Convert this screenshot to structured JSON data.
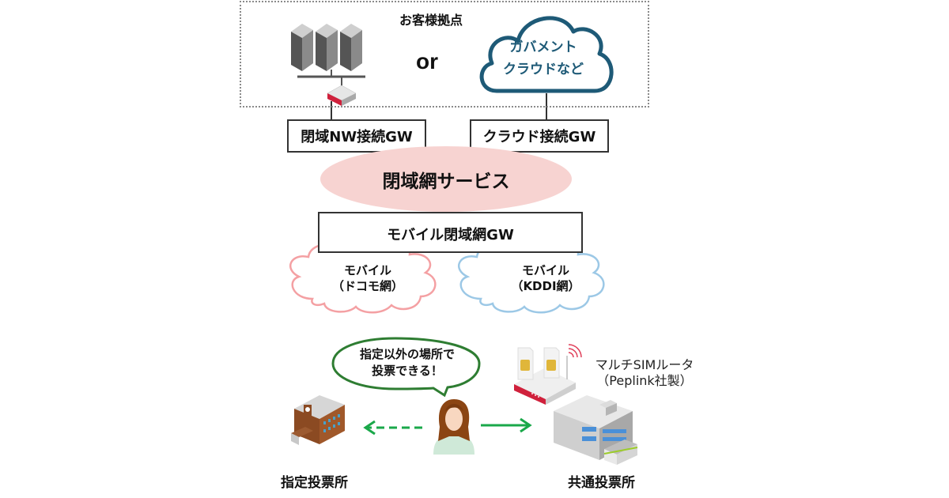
{
  "customer_site": {
    "title": "お客様拠点",
    "or": "or",
    "gov_cloud": {
      "line1": "ガバメント",
      "line2": "クラウドなど"
    }
  },
  "gateways": {
    "closed_nw": "閉域NW接続GW",
    "cloud": "クラウド接続GW",
    "mobile": "モバイル閉域網GW"
  },
  "closed_service": "閉域網サービス",
  "mobile_networks": [
    {
      "line1": "モバイル",
      "line2": "（ドコモ網）",
      "color": "#f4a0a3"
    },
    {
      "line1": "モバイル",
      "line2": "（KDDI網）",
      "color": "#9cc8e6"
    }
  ],
  "speech_bubble": {
    "line1": "指定以外の場所で",
    "line2": "投票できる！"
  },
  "router": {
    "line1": "マルチSIMルータ",
    "line2": "（Peplink社製）"
  },
  "places": {
    "designated": "指定投票所",
    "common": "共通投票所"
  },
  "colors": {
    "cloud_stroke": "#1e5a77",
    "service_fill": "#f7d3d1",
    "arrow": "#1aa84a",
    "bubble_stroke": "#2e7d32",
    "router_red": "#d0213c"
  }
}
